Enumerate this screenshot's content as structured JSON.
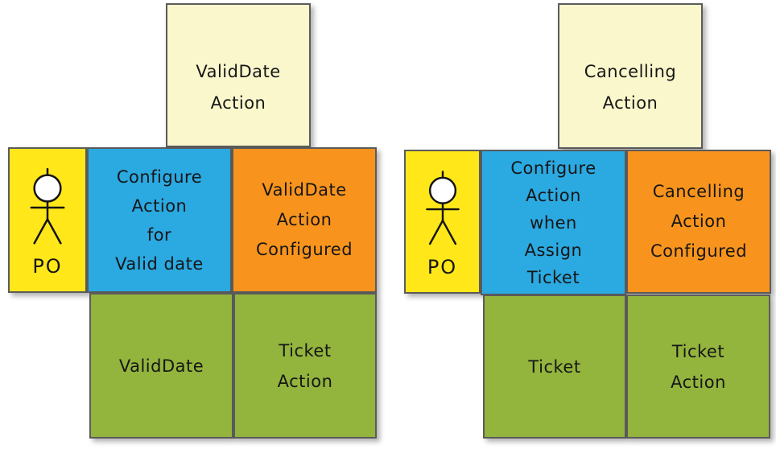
{
  "colors": {
    "background": "#ffffff",
    "border": "#5b5b5b",
    "text": "#161616",
    "note_yellow": "#faf7cc",
    "actor_yellow": "#ffe719",
    "blue": "#2ba9e1",
    "orange": "#f8941d",
    "green": "#93b43d"
  },
  "icons": {
    "actor": "stick-figure-person"
  },
  "groups": [
    {
      "id": "validdate",
      "top_note": "ValidDate\nAction",
      "actor_label": "PO",
      "configure_note": "Configure\nAction\nfor\nValid date",
      "configured_note": "ValidDate\nAction\nConfigured",
      "entity_note": "ValidDate",
      "action_note": "Ticket\nAction"
    },
    {
      "id": "cancelling",
      "top_note": "Cancelling\nAction",
      "actor_label": "PO",
      "configure_note": "Configure\nAction\nwhen\nAssign\nTicket",
      "configured_note": "Cancelling\nAction\nConfigured",
      "entity_note": "Ticket",
      "action_note": "Ticket\nAction"
    }
  ]
}
